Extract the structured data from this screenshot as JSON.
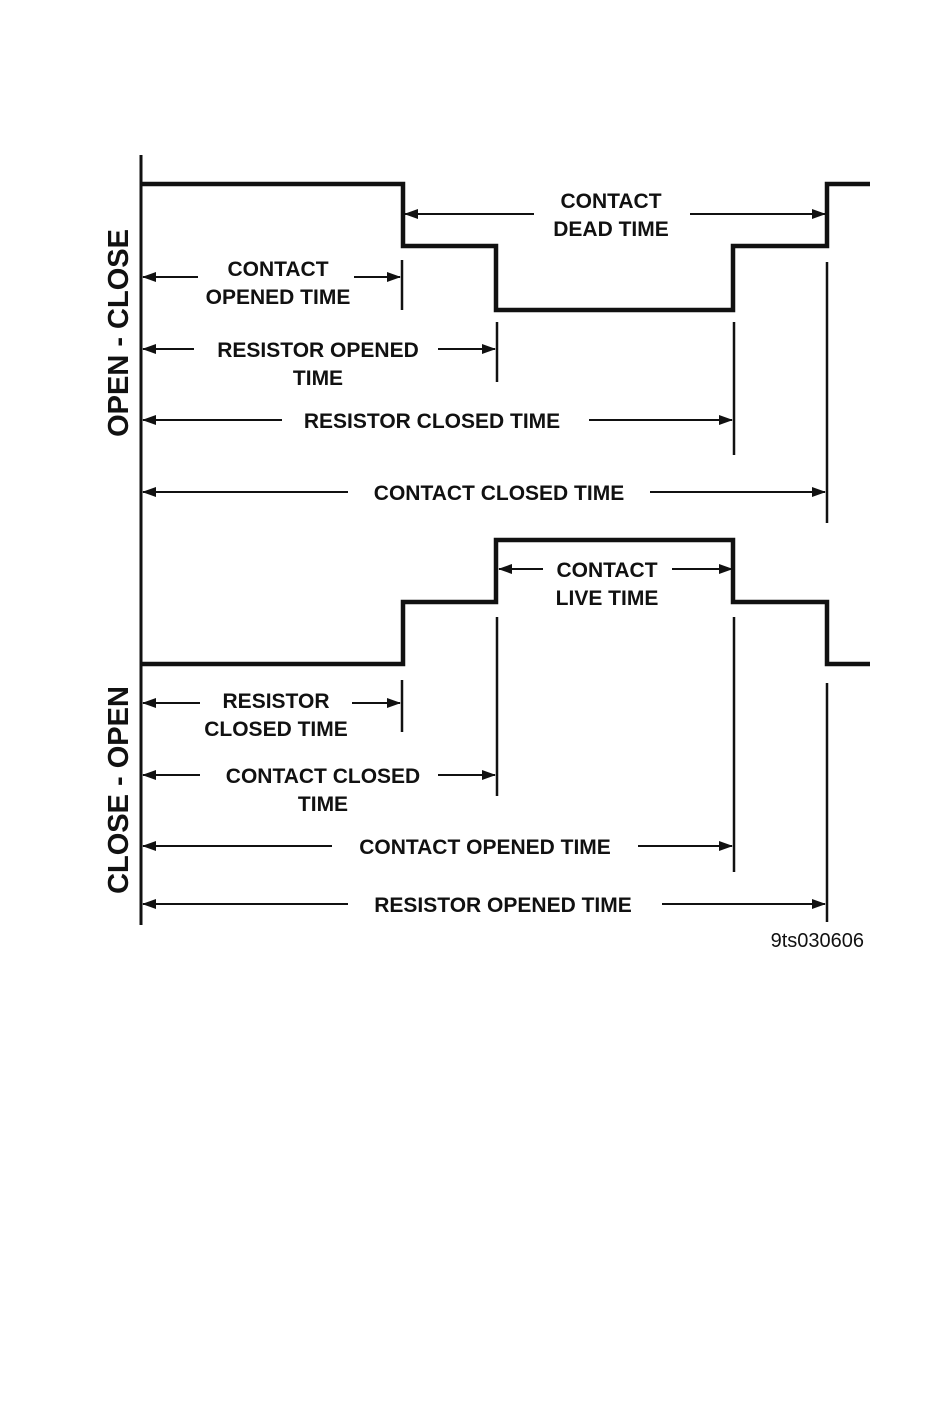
{
  "side_labels": {
    "top": "OPEN - CLOSE",
    "bottom": "CLOSE - OPEN"
  },
  "open_close": {
    "contact_dead_time": [
      "CONTACT",
      "DEAD TIME"
    ],
    "contact_opened_time": [
      "CONTACT",
      "OPENED TIME"
    ],
    "resistor_opened_time": [
      "RESISTOR OPENED",
      "TIME"
    ],
    "resistor_closed_time": "RESISTOR CLOSED TIME",
    "contact_closed_time": "CONTACT CLOSED TIME"
  },
  "close_open": {
    "contact_live_time": [
      "CONTACT",
      "LIVE TIME"
    ],
    "resistor_closed_time": [
      "RESISTOR",
      "CLOSED TIME"
    ],
    "contact_closed_time": [
      "CONTACT CLOSED",
      "TIME"
    ],
    "contact_opened_time": "CONTACT OPENED TIME",
    "resistor_opened_time": "RESISTOR OPENED TIME"
  },
  "figure_code": "9ts030606",
  "colors": {
    "ink": "#111111",
    "background": "#ffffff"
  }
}
